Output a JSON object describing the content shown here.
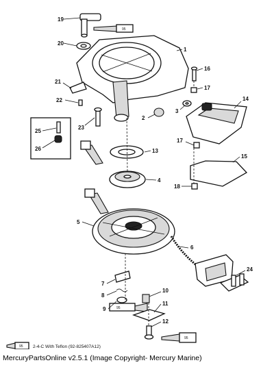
{
  "callouts": {
    "c1": "1",
    "c2": "2",
    "c3": "3",
    "c4": "4",
    "c5": "5",
    "c6": "6",
    "c7": "7",
    "c8": "8",
    "c9": "9",
    "c10": "10",
    "c11": "11",
    "c12": "12",
    "c13": "13",
    "c14": "14",
    "c15": "15",
    "c16": "16",
    "c17a": "17",
    "c17b": "17",
    "c18": "18",
    "c19": "19",
    "c20": "20",
    "c21": "21",
    "c22": "22",
    "c23": "23",
    "c24": "24",
    "c25": "25",
    "c26": "26"
  },
  "tube_code": "95",
  "legend": {
    "code": "95",
    "text": "2-4-C  With Teflon (92-825407A12)"
  },
  "footer": "MercuryPartsOnline v2.5.1 (Image Copyright- Mercury Marine)",
  "colors": {
    "ink": "#111111",
    "shade": "#d9d9d9",
    "background": "#ffffff"
  }
}
